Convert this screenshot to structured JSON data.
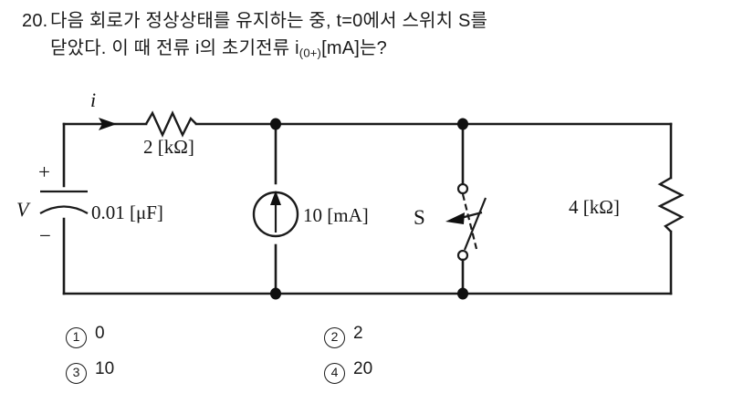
{
  "question": {
    "number": "20.",
    "line1": "다음 회로가 정상상태를 유지하는 중, t=0에서 스위치 S를",
    "line2_pre": "닫았다. 이 때 전류 i의 초기전류 i",
    "line2_sub": "(0+)",
    "line2_post": "[mA]는?"
  },
  "circuit": {
    "current_label": "i",
    "resistor_top_label": "2 [kΩ]",
    "capacitor_label": "0.01 [μF]",
    "source_voltage_label": "V",
    "polarity_plus": "+",
    "polarity_minus": "−",
    "current_source_label": "10 [mA]",
    "switch_label": "S",
    "resistor_right_label": "4 [kΩ]",
    "line_color": "#1b1b1b",
    "background": "#ffffff"
  },
  "choices": [
    {
      "marker": "1",
      "text": "0"
    },
    {
      "marker": "2",
      "text": "2"
    },
    {
      "marker": "3",
      "text": "10"
    },
    {
      "marker": "4",
      "text": "20"
    }
  ]
}
